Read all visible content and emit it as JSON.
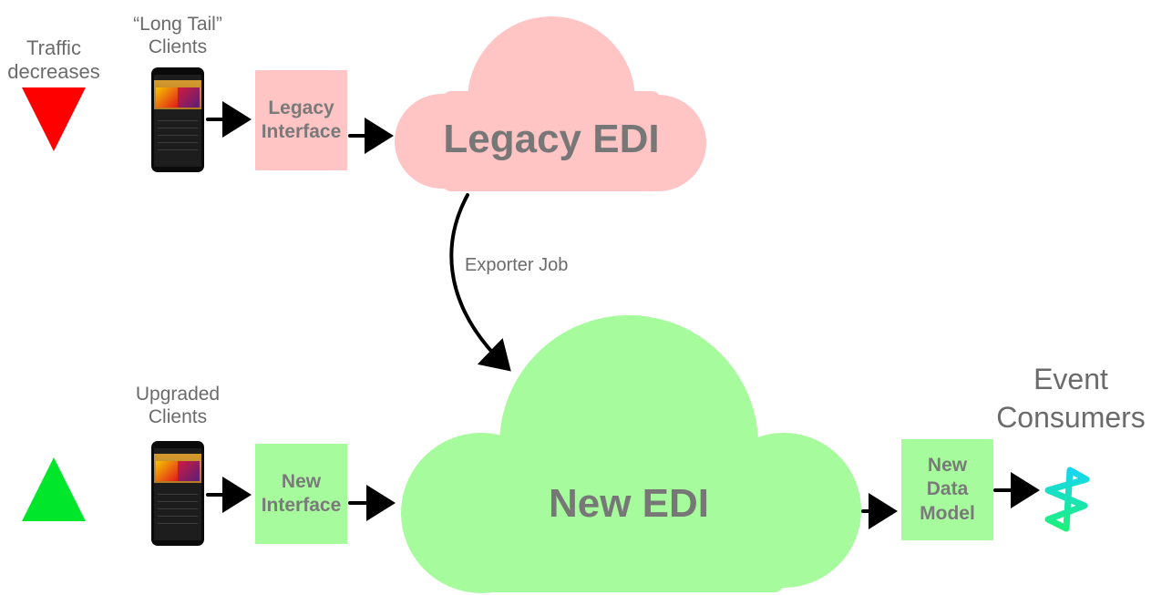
{
  "top_row": {
    "traffic_label": "Traffic decreases",
    "traffic_indicator": {
      "direction": "down",
      "color": "#ff0000"
    },
    "clients_label": "“Long Tail” Clients",
    "interface_label": "Legacy Interface",
    "cloud_label": "Legacy EDI",
    "cloud_color": "#ffc4c4"
  },
  "connector": {
    "label": "Exporter Job"
  },
  "bottom_row": {
    "traffic_indicator": {
      "direction": "up",
      "color": "#00e62b"
    },
    "clients_label": "Upgraded Clients",
    "interface_label": "New Interface",
    "cloud_label": "New EDI",
    "cloud_color": "#a6fb9c",
    "data_model_label": "New Data Model",
    "consumers_label": "Event Consumers",
    "consumers_icon": "event-hub-logo-icon"
  }
}
